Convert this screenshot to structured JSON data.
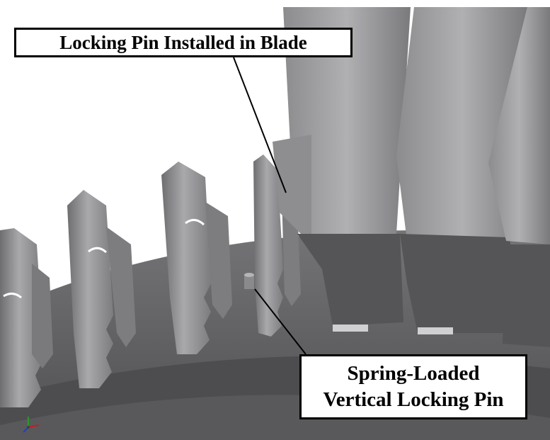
{
  "callouts": {
    "blade_pin": "Locking Pin Installed in Blade",
    "vertical_pin_line1": "Spring-Loaded",
    "vertical_pin_line2": "Vertical Locking Pin"
  },
  "colors": {
    "background": "#ffffff",
    "disk_surface": "#5c5c5e",
    "disk_top": "#6d6d70",
    "post_light": "#a3a3a6",
    "post_mid": "#8a8a8d",
    "post_dark": "#5f5f62",
    "blade": "#9a9a9d",
    "callout_border": "#000000"
  },
  "icons": {
    "axis_triad": "xyz-axis-triad-icon"
  }
}
